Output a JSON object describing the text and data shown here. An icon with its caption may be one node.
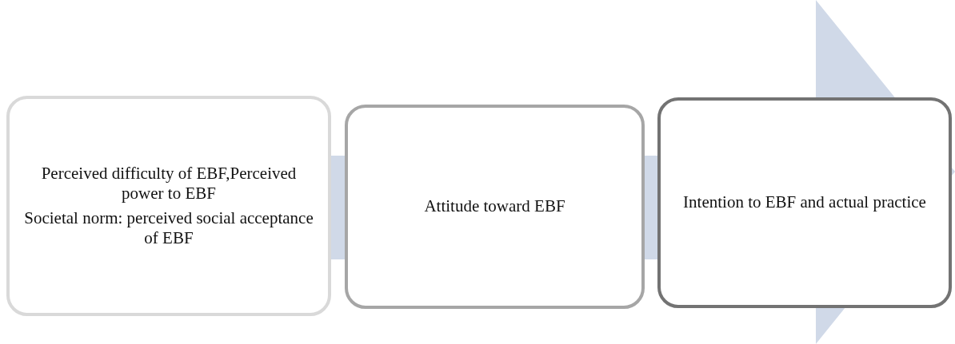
{
  "diagram": {
    "nodes": [
      {
        "text": [
          "Perceived difficulty of EBF,Perceived power to EBF",
          "Societal norm: perceived social acceptance of EBF"
        ]
      },
      {
        "text": [
          "Attitude toward EBF"
        ]
      },
      {
        "text": [
          "Intention to EBF and actual practice"
        ]
      }
    ]
  }
}
